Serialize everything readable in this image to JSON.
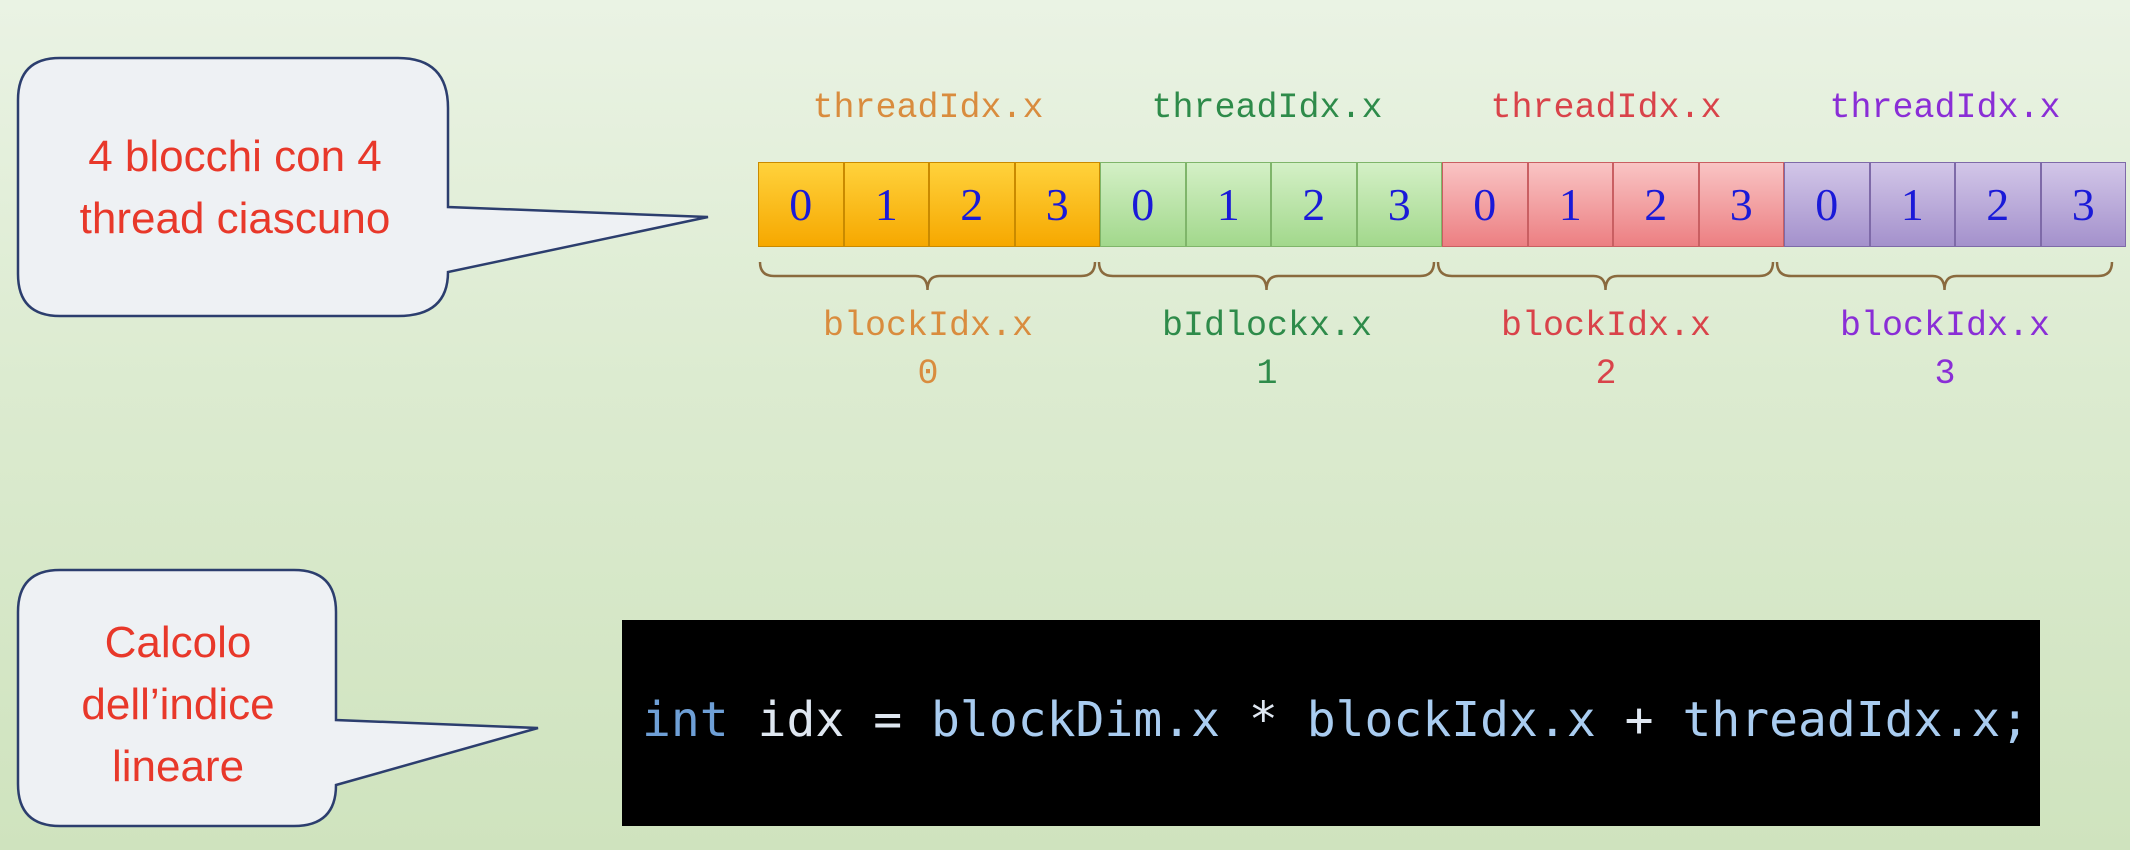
{
  "callouts": {
    "blocks_note": [
      "4 blocchi con 4",
      "thread ciascuno"
    ],
    "index_note": [
      "Calcolo",
      "dell’indice",
      "lineare"
    ]
  },
  "thread_label": "threadIdx.x",
  "blocks": [
    {
      "block_label": "blockIdx.x",
      "block_index": "0",
      "threads": [
        "0",
        "1",
        "2",
        "3"
      ],
      "color": "#d98c3e"
    },
    {
      "block_label": "bIdlockx.x",
      "block_index": "1",
      "threads": [
        "0",
        "1",
        "2",
        "3"
      ],
      "color": "#2e8b4a"
    },
    {
      "block_label": "blockIdx.x",
      "block_index": "2",
      "threads": [
        "0",
        "1",
        "2",
        "3"
      ],
      "color": "#d9434a"
    },
    {
      "block_label": "blockIdx.x",
      "block_index": "3",
      "threads": [
        "0",
        "1",
        "2",
        "3"
      ],
      "color": "#8a2ed6"
    }
  ],
  "code": {
    "keyword": "int",
    "var": "idx",
    "eq": "=",
    "term1": "blockDim.x",
    "mul": "*",
    "term2": "blockIdx.x",
    "plus": "+",
    "term3": "threadIdx.x;"
  }
}
